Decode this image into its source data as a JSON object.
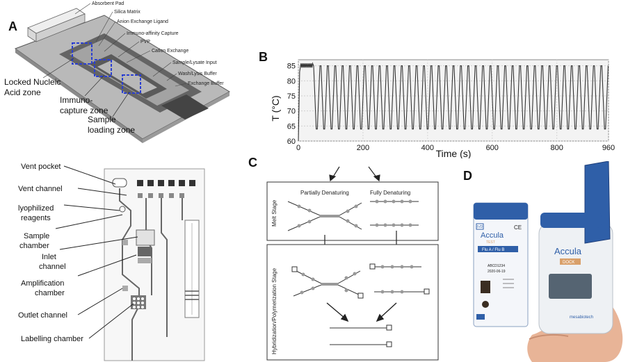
{
  "panels": {
    "a": "A",
    "b": "B",
    "c": "C",
    "d": "D"
  },
  "panelA": {
    "layers": [
      "Absorbent Pad",
      "Silica Matrix",
      "Anion Exchange Ligand",
      "Immuno-affinity Capture",
      "PVP",
      "Cation Exchange",
      "Sample/Lysate Input",
      "Wash/Lysis Buffer",
      "Exchange Buffer"
    ],
    "zones": {
      "locked1": "Locked Nucleic",
      "locked2": "Acid zone",
      "immuno1": "Immuno-",
      "immuno2": "capture zone",
      "sample1": "Sample",
      "sample2": "loading zone"
    },
    "chip_labels": [
      "Vent pocket",
      "Vent channel",
      "lyophilized",
      "reagents",
      "Sample",
      "chamber",
      "Inlet",
      "channel",
      "Amplification",
      "chamber",
      "Outlet channel",
      "Labelling chamber"
    ]
  },
  "panelB": {
    "ylabel": "T (°C)",
    "xlabel": "Time (s)",
    "yticks": [
      "85",
      "80",
      "75",
      "70",
      "65",
      "60"
    ],
    "xticks": [
      "0",
      "200",
      "400",
      "600",
      "800",
      "960"
    ]
  },
  "panelC": {
    "stage1": "Melt Stage",
    "stage2": "Hybridization/Polymerization Stage",
    "partial": "Partially Denaturing",
    "full": "Fully Denaturing"
  },
  "panelD": {
    "cart_brand": "Accula",
    "cart_sub": "TEST",
    "cart_flu": "Flu A / Flu B",
    "cart_ivd": "IVD",
    "cart_ce": "CE",
    "cart_lot": "ABCD1234",
    "cart_date": "2020-06-19",
    "dock_brand": "Accula",
    "dock_sub": "DOCK",
    "dock_maker": "mesabiotech"
  },
  "chart_data": {
    "type": "line",
    "xlabel": "Time (s)",
    "ylabel": "T (°C)",
    "xlim": [
      0,
      960
    ],
    "ylim": [
      60,
      87
    ],
    "hold": {
      "t_start": 0,
      "t_end": 45,
      "temp": 85
    },
    "cycles": {
      "count": 40,
      "t_start": 45,
      "t_end": 960,
      "high": 85,
      "low": 64
    }
  }
}
